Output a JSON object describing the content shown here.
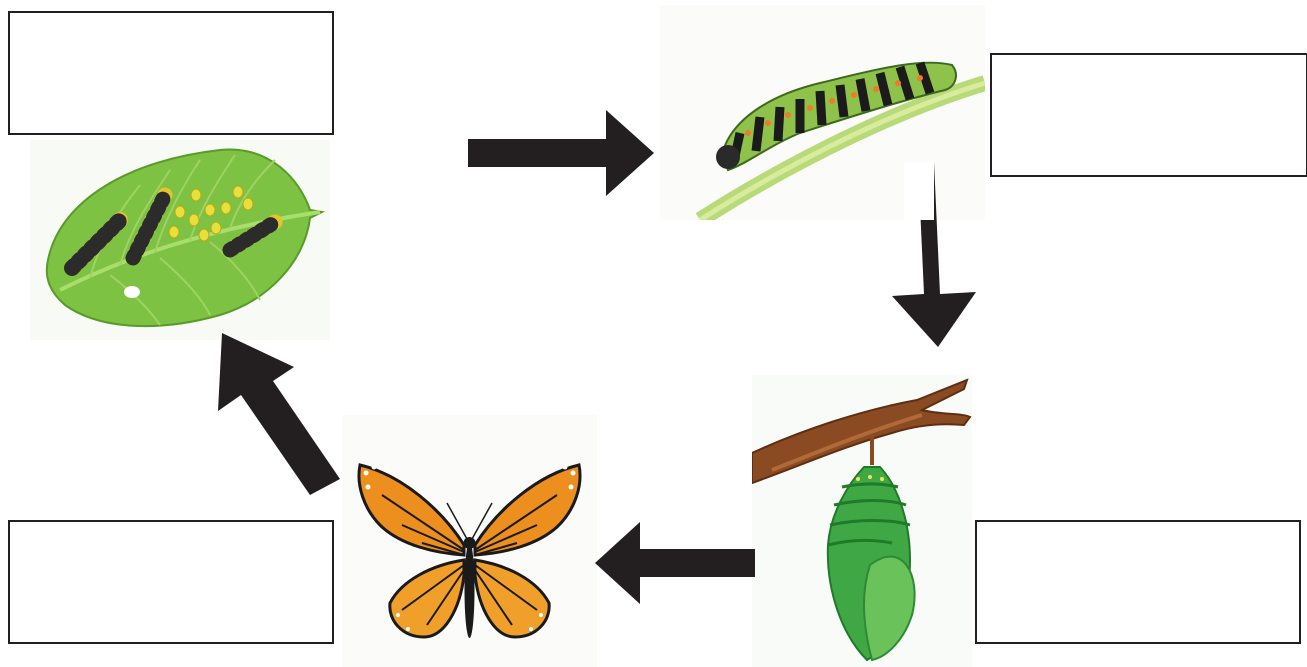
{
  "diagram": {
    "type": "life-cycle",
    "stages": [
      {
        "id": "eggs",
        "image": "eggs-on-leaf-icon",
        "label": ""
      },
      {
        "id": "larva",
        "image": "caterpillar-icon",
        "label": ""
      },
      {
        "id": "pupa",
        "image": "chrysalis-icon",
        "label": ""
      },
      {
        "id": "adult",
        "image": "butterfly-icon",
        "label": ""
      }
    ],
    "arrow_color": "#231f20",
    "box_border_color": "#231f20"
  }
}
